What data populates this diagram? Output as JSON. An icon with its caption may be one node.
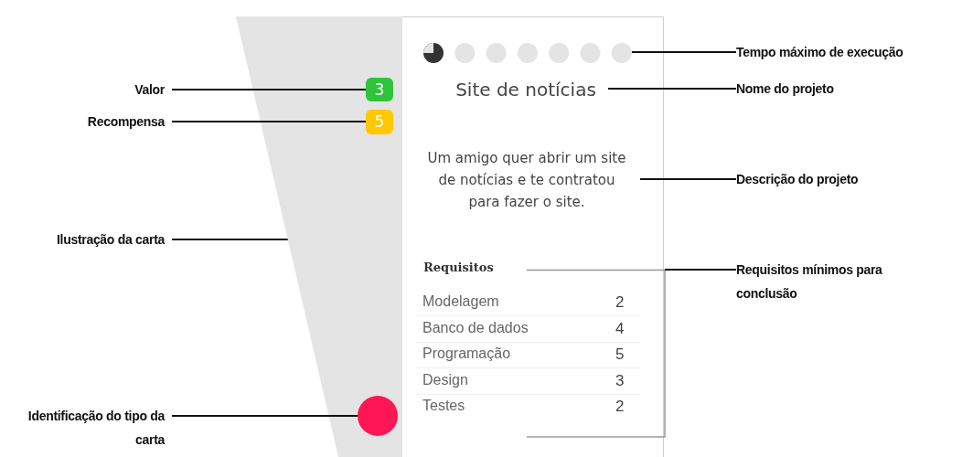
{
  "diagram": {
    "nodes": [
      {
        "text": [],
        "shape": "box"
      },
      {
        "text": [
          "3"
        ],
        "in": 0
      },
      {
        "text": [
          "5"
        ],
        "in": 0
      },
      {
        "text": [],
        "shape": "circle",
        "in": 0
      },
      {
        "text": [],
        "shape": "box"
      },
      {
        "text": [],
        "shape": "circle",
        "in": 4
      },
      {
        "text": [
          "Site de notícias"
        ],
        "in": 4
      },
      {
        "text": [
          "Um amigo quer abrir um site de notícias e te contratou para fazer o site."
        ],
        "in": 4
      },
      {
        "text": [
          "Requisitos",
          "Modelagem",
          "2",
          "Banco de dados",
          "4",
          "Programação",
          "5",
          "Design",
          "3",
          "Testes",
          "2"
        ],
        "in": 4
      },
      {
        "text": [
          "Valor"
        ]
      },
      {
        "text": [
          "Recompensa"
        ]
      },
      {
        "text": [
          "Ilustração da carta"
        ]
      },
      {
        "text": [
          "Identificação do tipo da carta"
        ]
      },
      {
        "text": [
          "Tempo máximo de execução"
        ]
      },
      {
        "text": [
          "Nome do projeto"
        ]
      },
      {
        "text": [
          "Descrição do projeto"
        ]
      },
      {
        "text": [
          "Requisitos mínimos para conclusão"
        ]
      }
    ],
    "edges": [
      {
        "from": 9,
        "to": 1,
        "arrow": "none"
      },
      {
        "from": 10,
        "to": 2,
        "arrow": "none"
      },
      {
        "from": 11,
        "to": 0,
        "arrow": "none"
      },
      {
        "from": 12,
        "to": 3,
        "arrow": "none"
      },
      {
        "from": 13,
        "to": 5,
        "arrow": "none"
      },
      {
        "from": 14,
        "to": 6,
        "arrow": "none"
      },
      {
        "from": 15,
        "to": 7,
        "arrow": "none"
      },
      {
        "from": 16,
        "to": 8,
        "arrow": "none"
      }
    ]
  }
}
